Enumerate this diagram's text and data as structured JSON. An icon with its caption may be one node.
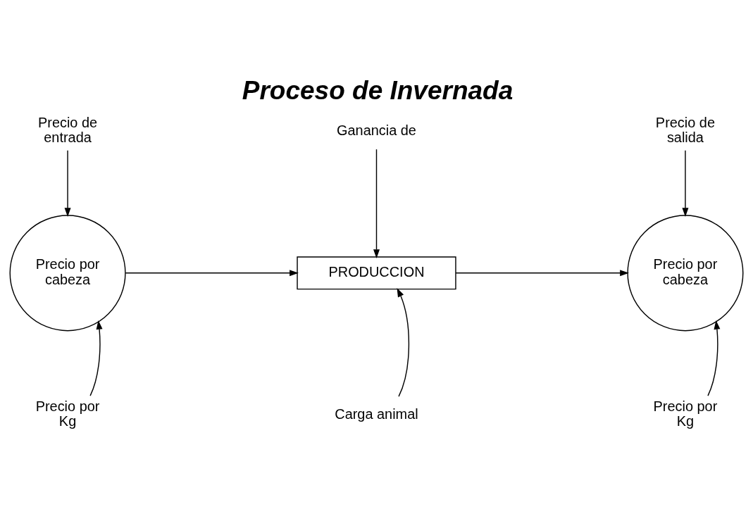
{
  "diagram": {
    "title": "Proceso de Invernada",
    "nodes": [
      {
        "text": [
          "Precio de entrada"
        ]
      },
      {
        "text": [
          "Precio por cabeza"
        ]
      },
      {
        "text": [
          "Precio por Kg"
        ]
      },
      {
        "text": [
          "Ganancia de"
        ]
      },
      {
        "text": [
          "PRODUCCION"
        ]
      },
      {
        "text": [
          "Carga animal"
        ]
      },
      {
        "text": [
          "Precio de salida"
        ]
      },
      {
        "text": [
          "Precio por cabeza"
        ]
      },
      {
        "text": [
          "Precio por Kg"
        ]
      }
    ],
    "edges": [
      {
        "from": 0,
        "to": 1,
        "arrow": "to"
      },
      {
        "from": 2,
        "to": 1,
        "arrow": "to"
      },
      {
        "from": 1,
        "to": 4,
        "arrow": "to"
      },
      {
        "from": 3,
        "to": 4,
        "arrow": "to"
      },
      {
        "from": 5,
        "to": 4,
        "arrow": "to"
      },
      {
        "from": 4,
        "to": 7,
        "arrow": "to"
      },
      {
        "from": 6,
        "to": 7,
        "arrow": "to"
      },
      {
        "from": 8,
        "to": 7,
        "arrow": "to"
      }
    ]
  }
}
